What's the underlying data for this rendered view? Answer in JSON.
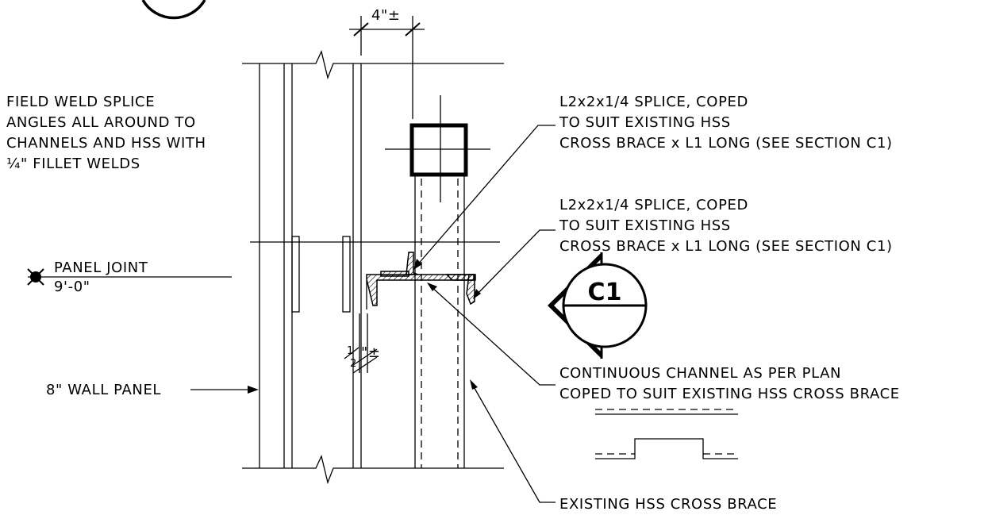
{
  "dimension": {
    "top": "4\"±",
    "gap_num": "1",
    "gap_den": "2",
    "gap_suffix": "\"±"
  },
  "notes": {
    "field_weld": [
      "FIELD WELD SPLICE",
      "ANGLES ALL AROUND TO",
      "CHANNELS AND HSS WITH",
      "¼\" FILLET WELDS"
    ],
    "splice_top": [
      "L2x2x1/4 SPLICE, COPED",
      "TO SUIT EXISTING HSS",
      "CROSS BRACE x L1 LONG (SEE SECTION C1)"
    ],
    "splice_mid": [
      "L2x2x1/4 SPLICE, COPED",
      "TO SUIT EXISTING HSS",
      "CROSS BRACE x L1 LONG (SEE SECTION C1)"
    ],
    "channel": [
      "CONTINUOUS CHANNEL AS PER PLAN",
      "COPED TO SUIT EXISTING HSS CROSS BRACE"
    ],
    "hss": "EXISTING HSS CROSS BRACE",
    "wall_panel": "8\" WALL PANEL"
  },
  "panel_joint": {
    "label": "PANEL JOINT",
    "elevation": "9'-0\""
  },
  "section_marker": {
    "id": "C1"
  }
}
